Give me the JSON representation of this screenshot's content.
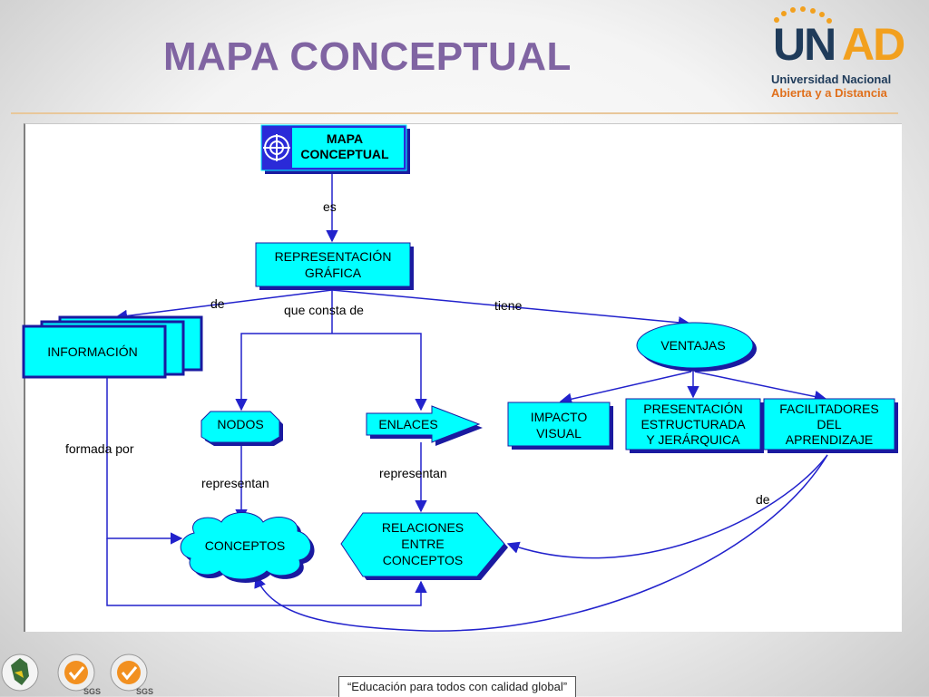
{
  "header": {
    "title": "MAPA CONCEPTUAL",
    "logo": {
      "mark_left": "UN",
      "mark_right": "AD",
      "line1": "Universidad Nacional",
      "line2": "Abierta y a Distancia"
    }
  },
  "diagram": {
    "nodes": {
      "root": [
        "MAPA",
        "CONCEPTUAL"
      ],
      "representacion": [
        "REPRESENTACIÓN",
        "GRÁFICA"
      ],
      "informacion": [
        "INFORMACIÓN"
      ],
      "nodos": [
        "NODOS"
      ],
      "enlaces": [
        "ENLACES"
      ],
      "ventajas": [
        "VENTAJAS"
      ],
      "impacto": [
        "IMPACTO",
        "VISUAL"
      ],
      "presentacion": [
        "PRESENTACIÓN",
        "ESTRUCTURADA",
        "Y JERÁRQUICA"
      ],
      "facilitadores": [
        "FACILITADORES",
        "DEL",
        "APRENDIZAJE"
      ],
      "conceptos": [
        "CONCEPTOS"
      ],
      "relaciones": [
        "RELACIONES",
        "ENTRE",
        "CONCEPTOS"
      ]
    },
    "links": {
      "es": "es",
      "de": "de",
      "que_consta_de": "que consta de",
      "tiene": "tiene",
      "formada_por": "formada por",
      "representan_nodos": "representan",
      "representan_enlaces": "representan",
      "de_facilitadores": "de"
    },
    "colors": {
      "node_fill": "#00ffff",
      "node_shadow": "#1a1aa0",
      "edge": "#2222cc",
      "root_fill": "#1a1acc"
    }
  },
  "footer": {
    "quote": "“Educación para todos con calidad global”",
    "badges": [
      "colombia-map-icon",
      "sgs-certification-icon",
      "sgs-certification-icon"
    ]
  }
}
